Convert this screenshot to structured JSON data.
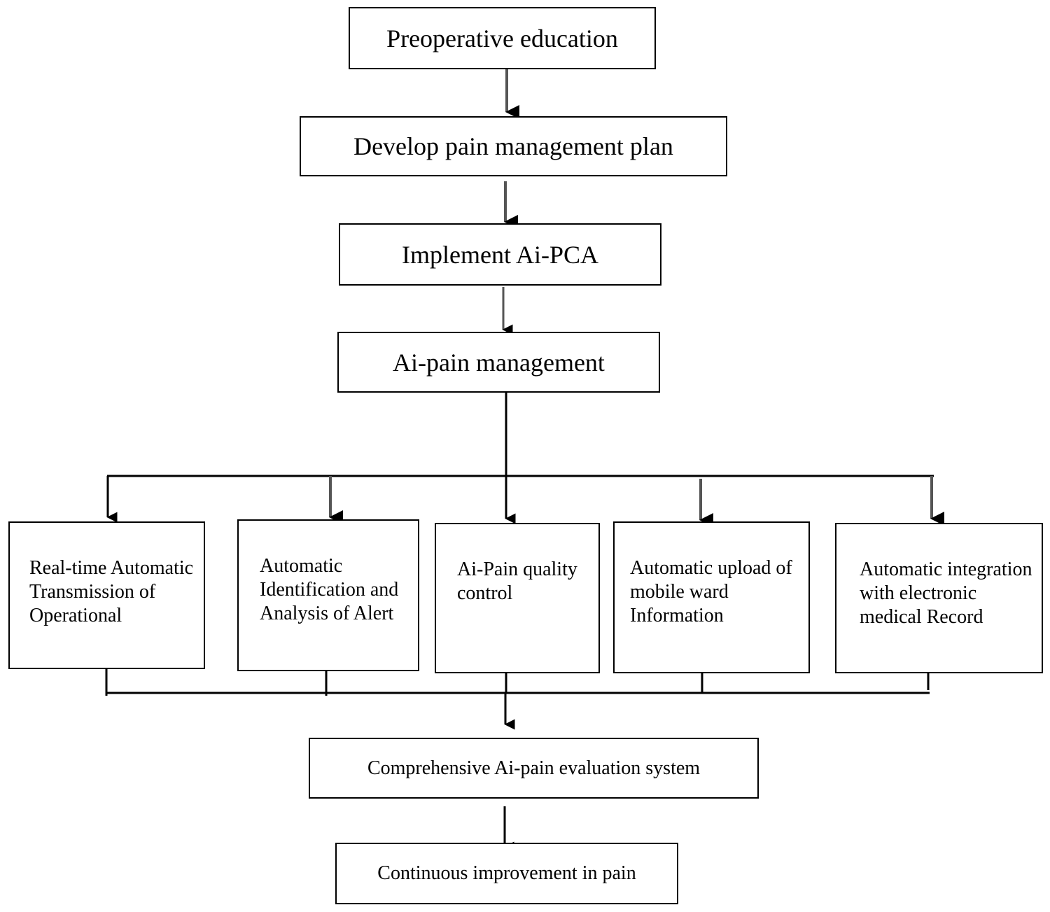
{
  "diagram": {
    "colors": {
      "line": "#000000",
      "box_border": "#000000",
      "background": "#ffffff",
      "arrow_shaft": "#555555"
    },
    "steps": [
      {
        "id": "preoperative",
        "label": "Preoperative education"
      },
      {
        "id": "develop-plan",
        "label": "Develop pain management plan"
      },
      {
        "id": "implement",
        "label": "Implement Ai-PCA"
      },
      {
        "id": "ai-pain-management",
        "label": "Ai-pain management"
      }
    ],
    "branches": [
      {
        "id": "real-time",
        "label": "Real-time Automatic\nTransmission of\nOperational"
      },
      {
        "id": "identification",
        "label": "Automatic\nIdentification and\nAnalysis of Alert"
      },
      {
        "id": "quality",
        "label": "Ai-Pain quality\ncontrol"
      },
      {
        "id": "upload",
        "label": "Automatic upload of\nmobile ward\nInformation"
      },
      {
        "id": "integration",
        "label": "Automatic integration\nwith electronic\nmedical Record"
      }
    ],
    "outputs": [
      {
        "id": "evaluation",
        "label": "Comprehensive Ai-pain evaluation system"
      },
      {
        "id": "improvement",
        "label": "Continuous improvement in pain"
      }
    ]
  }
}
